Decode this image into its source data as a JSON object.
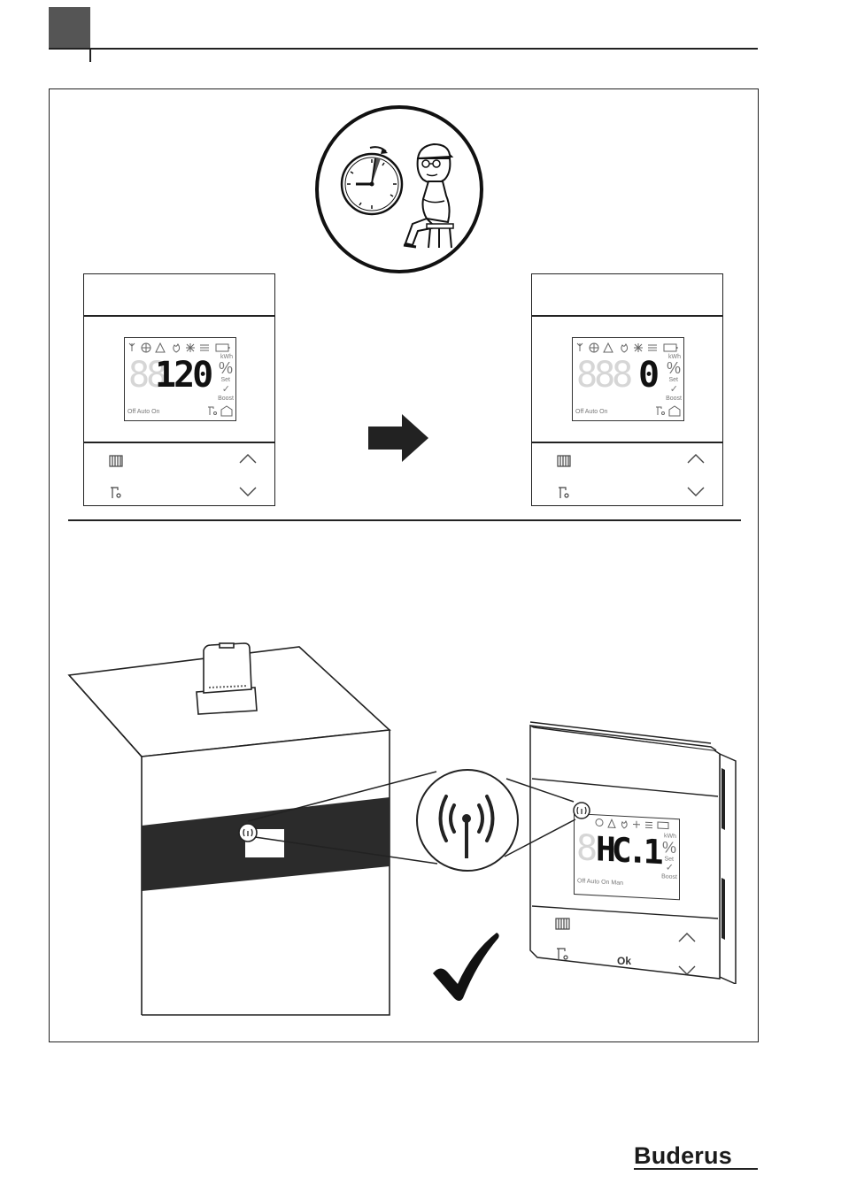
{
  "page": {
    "brand": "Buderus"
  },
  "colors": {
    "ink": "#222222",
    "header_block": "#555555",
    "boiler_band": "#2b2b2b",
    "lcd_ghost": "#d6d6d6"
  },
  "step1": {
    "icon": "clock-wait-person-icon",
    "arrow_icon": "right-arrow-icon",
    "controller_before": {
      "value": "120",
      "ghost_digits": "88",
      "units": [
        "kWh",
        "%",
        "Set",
        "Boost"
      ],
      "modes": "Off Auto On"
    },
    "controller_after": {
      "value": "0",
      "ghost_digits": "888",
      "units": [
        "kWh",
        "%",
        "Set",
        "Boost"
      ],
      "modes": "Off Auto On"
    }
  },
  "step2": {
    "wireless_icon": "wireless-signal-icon",
    "checkmark_icon": "checkmark-icon",
    "controller": {
      "value": "HC.1",
      "ghost_digits": "8",
      "units": [
        "kWh",
        "%",
        "Set",
        "Boost"
      ],
      "modes": "Off Auto On Man",
      "ok_label": "Ok"
    }
  }
}
